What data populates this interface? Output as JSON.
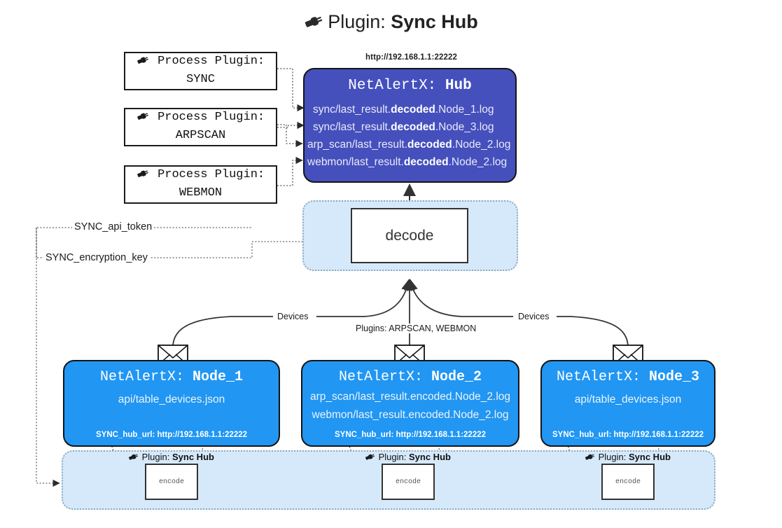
{
  "title": {
    "icon": "plug-icon",
    "prefix": "Plugin:",
    "name": "Sync Hub"
  },
  "process_plugins": [
    {
      "icon": "plug-icon",
      "line1": "Process Plugin:",
      "line2": "SYNC"
    },
    {
      "icon": "plug-icon",
      "line1": "Process Plugin:",
      "line2": "ARPSCAN"
    },
    {
      "icon": "plug-icon",
      "line1": "Process Plugin:",
      "line2": "WEBMON"
    }
  ],
  "hub": {
    "url": "http://192.168.1.1:22222",
    "title_prefix": "NetAlertX:",
    "title_name": "Hub",
    "lines": [
      {
        "pre": "sync/last_result.",
        "em": "decoded",
        "post": ".Node_1.log"
      },
      {
        "pre": "sync/last_result.",
        "em": "decoded",
        "post": ".Node_3.log"
      },
      {
        "pre": "arp_scan/last_result.",
        "em": "decoded",
        "post": ".Node_2.log"
      },
      {
        "pre": "webmon/last_result.",
        "em": "decoded",
        "post": ".Node_2.log"
      }
    ]
  },
  "decode": {
    "label": "decode"
  },
  "secrets": [
    {
      "label": "SYNC_api_token"
    },
    {
      "label": "SYNC_encryption_key"
    }
  ],
  "edge_labels": {
    "devices_left": "Devices",
    "devices_right": "Devices",
    "plugins_center": "Plugins: ARPSCAN, WEBMON"
  },
  "nodes": [
    {
      "title_prefix": "NetAlertX:",
      "title_name": "Node_1",
      "lines": [
        "api/table_devices.json"
      ],
      "footer": "SYNC_hub_url: http://192.168.1.1:22222",
      "icon": "envelope-icon"
    },
    {
      "title_prefix": "NetAlertX:",
      "title_name": "Node_2",
      "lines": [
        "arp_scan/last_result.encoded.Node_2.log",
        "webmon/last_result.encoded.Node_2.log"
      ],
      "footer": "SYNC_hub_url: http://192.168.1.1:22222",
      "icon": "envelope-icon"
    },
    {
      "title_prefix": "NetAlertX:",
      "title_name": "Node_3",
      "lines": [
        "api/table_devices.json"
      ],
      "footer": "SYNC_hub_url: http://192.168.1.1:22222",
      "icon": "envelope-icon"
    }
  ],
  "encoders": [
    {
      "plugin_prefix": "Plugin:",
      "plugin_name": "Sync Hub",
      "box_label": "encode"
    },
    {
      "plugin_prefix": "Plugin:",
      "plugin_name": "Sync Hub",
      "box_label": "encode"
    },
    {
      "plugin_prefix": "Plugin:",
      "plugin_name": "Sync Hub",
      "box_label": "encode"
    }
  ],
  "colors": {
    "hub_fill": "#4550bd",
    "node_fill": "#2196f3",
    "group_fill": "#d6e9fb",
    "group_border": "#8fa9bf",
    "stroke": "#141414"
  }
}
